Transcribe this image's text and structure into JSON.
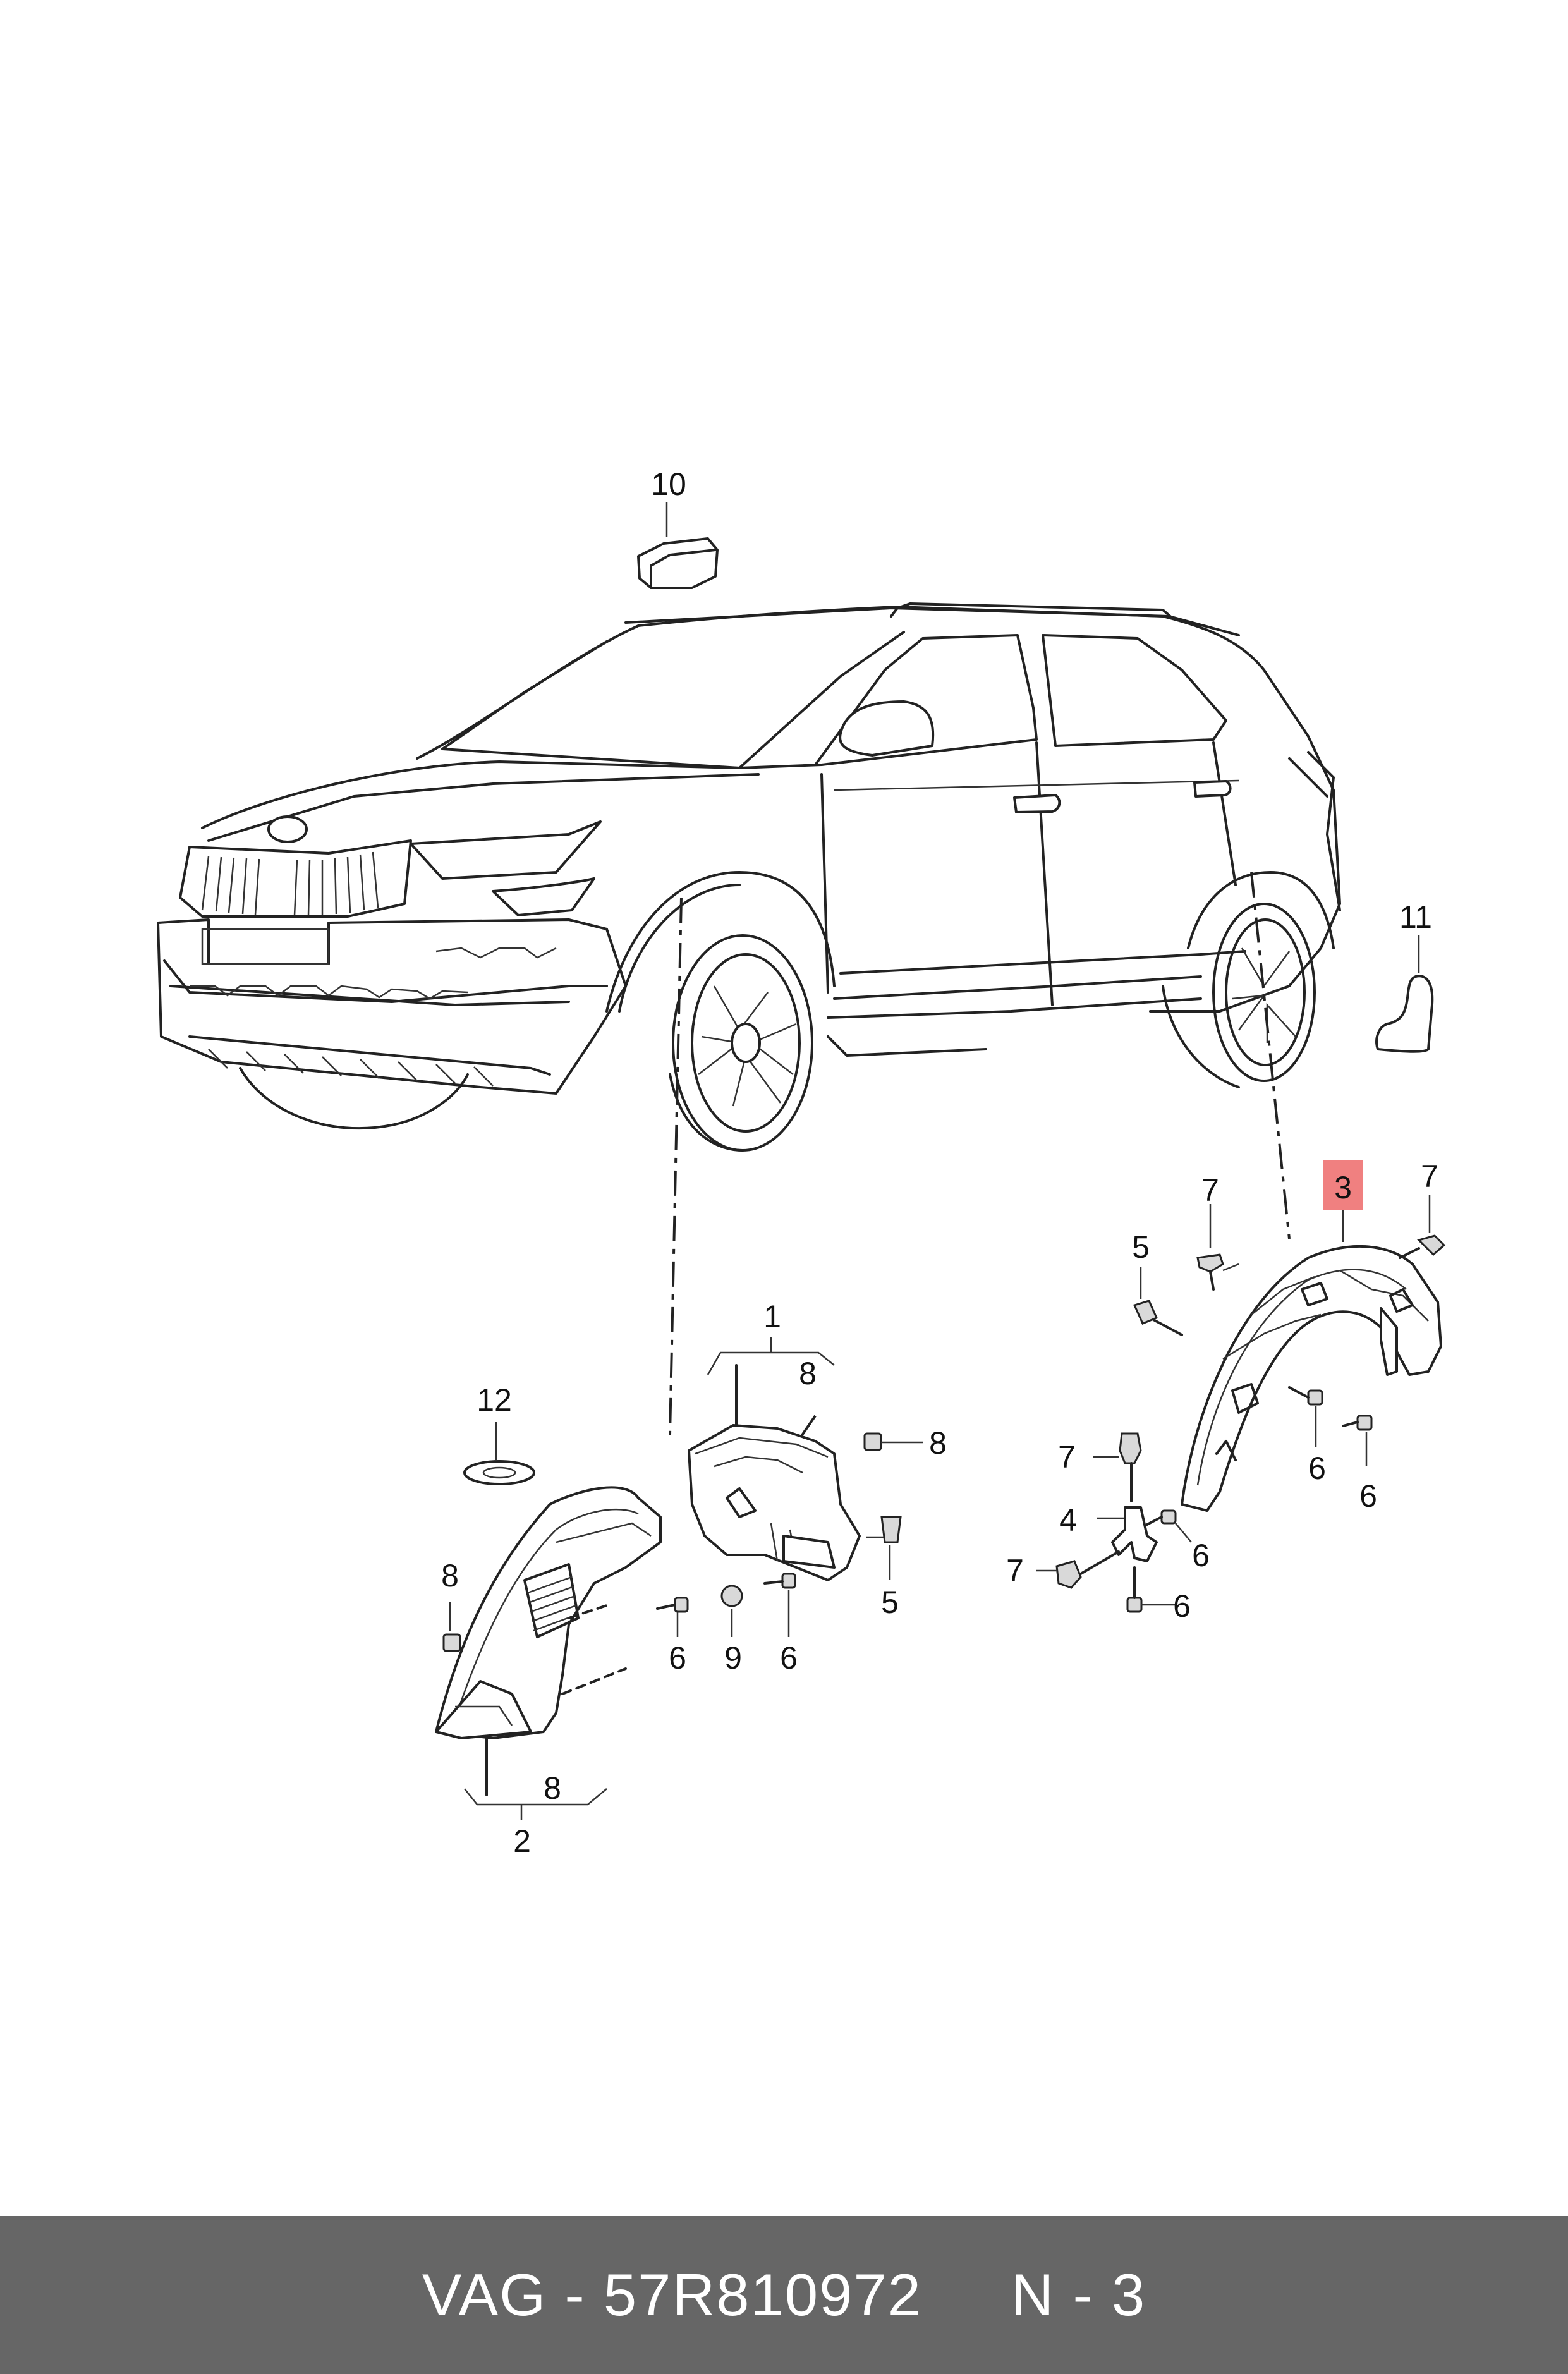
{
  "callouts": {
    "c1": "1",
    "c2": "2",
    "c3": "3",
    "c4": "4",
    "c5a": "5",
    "c5b": "5",
    "c6a": "6",
    "c6b": "6",
    "c6c": "6",
    "c6d": "6",
    "c6e": "6",
    "c6f": "6",
    "c7a": "7",
    "c7b": "7",
    "c7c": "7",
    "c7d": "7",
    "c8a": "8",
    "c8b": "8",
    "c8c": "8",
    "c8d": "8",
    "c9": "9",
    "c10": "10",
    "c11": "11",
    "c12": "12"
  },
  "highlight_color": "#f08080",
  "footer": {
    "text": "VAG - 57R810972     N - 3",
    "background": "#666666",
    "text_color": "#ffffff"
  }
}
